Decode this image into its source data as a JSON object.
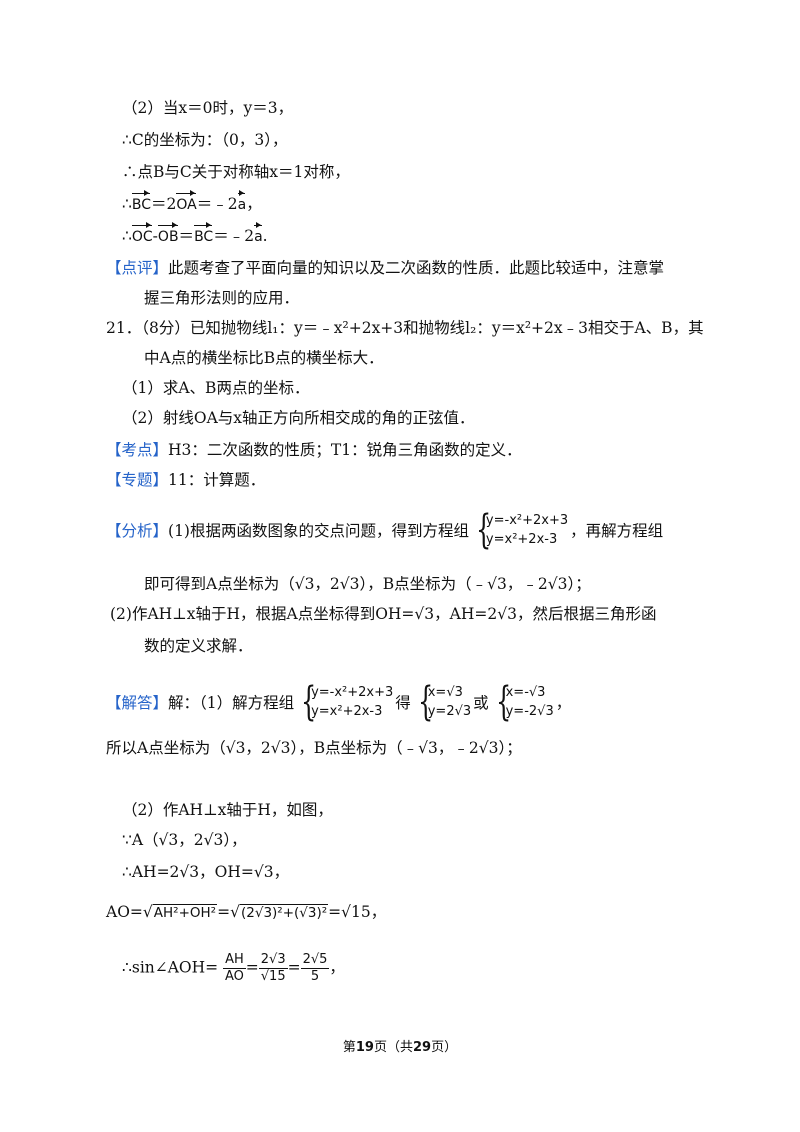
{
  "lines": {
    "l1": "（2）当x＝0时，y＝3，",
    "l2": "∴C的坐标为：（0，3），",
    "l3": "∴点B与C关于对称轴x＝1对称，",
    "l4a": "∴",
    "l4b": "BC",
    "l4c": "＝2",
    "l4d": "OA",
    "l4e": "＝﹣2",
    "l4f": "a",
    "l4g": "，",
    "l5a": "∴",
    "l5b": "OC",
    "l5c": "-",
    "l5d": "OB",
    "l5e": "＝",
    "l5f": "BC",
    "l5g": "＝﹣2",
    "l5h": "a",
    "l5i": ".",
    "review_tag": "【点评】",
    "review_text": "此题考查了平面向量的知识以及二次函数的性质．此题比较适中，注意掌",
    "review_text2": "握三角形法则的应用．",
    "q21": "21．（8分）已知抛物线l₁：y＝﹣x²+2x+3和抛物线l₂：y＝x²+2x﹣3相交于A、B，其",
    "q21b": "中A点的横坐标比B点的横坐标大．",
    "q1": "（1）求A、B两点的坐标．",
    "q2": "（2）射线OA与x轴正方向所相交成的角的正弦值．",
    "kd_tag": "【考点】",
    "kd_text": "H3：二次函数的性质；T1：锐角三角函数的定义．",
    "zt_tag": "【专题】",
    "zt_text": "11：计算题．",
    "fx_tag": "【分析】",
    "fx_text1": "(1)根据两函数图象的交点问题，得到方程组",
    "fx_text1b": "，再解方程组",
    "sys_r1": "y=-x²+2x+3",
    "sys_r2": "y=x²+2x-3",
    "fx_text2": "即可得到A点坐标为（√3，2√3），B点坐标为（﹣√3，﹣2√3）；",
    "fx_text3": "(2)作AH⊥x轴于H，根据A点坐标得到OH=√3，AH=2√3，然后根据三角形函",
    "fx_text4": "数的定义求解．",
    "jd_tag": "【解答】",
    "jd_text1": "解：（1）解方程组",
    "jd_de": "得",
    "jd_or": "或",
    "sol1_r1": "x=√3",
    "sol1_r2": "y=2√3",
    "sol2_r1": "x=-√3",
    "sol2_r2": "y=-2√3",
    "jd_comma": "，",
    "jd_text2": "所以A点坐标为（√3，2√3），B点坐标为（﹣√3，﹣2√3）；",
    "jd_text3": "（2）作AH⊥x轴于H，如图，",
    "jd_text4": "∵A（√3，2√3），",
    "jd_text5": "∴AH=2√3，OH=√3，",
    "jd_ao1": "AO=",
    "jd_ao_r1": "AH²+OH²",
    "jd_eq": "=",
    "jd_ao_r2": "(2√3)²+(√3)²",
    "jd_ao_end": "=√15，",
    "jd_sin": "∴sin∠AOH=",
    "frac1_num": "AH",
    "frac1_den": "AO",
    "frac2_num": "2√3",
    "frac2_den": "√15",
    "frac3_num": "2√5",
    "frac3_den": "5",
    "jd_sin_end": "，"
  },
  "footer": {
    "pre": "第",
    "page": "19",
    "mid": "页（共",
    "total": "29",
    "post": "页）"
  }
}
